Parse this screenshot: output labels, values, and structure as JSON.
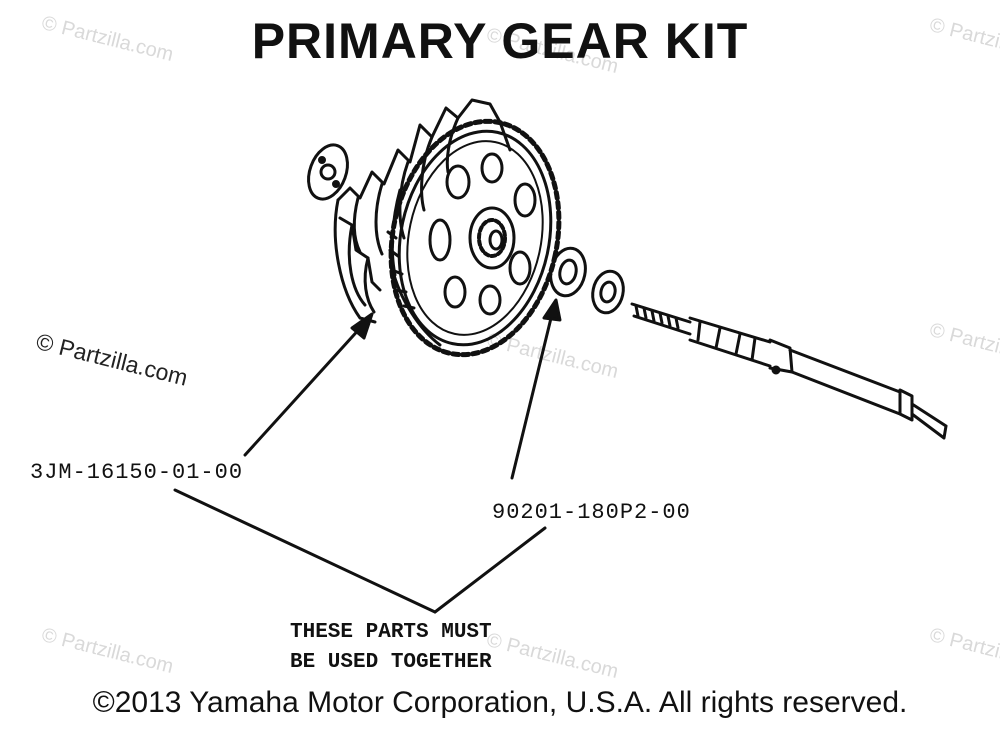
{
  "title": "PRIMARY GEAR KIT",
  "parts": [
    {
      "number": "3JM-16150-01-00"
    },
    {
      "number": "90201-180P2-00"
    }
  ],
  "note": {
    "line1": "THESE PARTS MUST",
    "line2": "BE USED TOGETHER"
  },
  "copyright": "©2013 Yamaha Motor Corporation, U.S.A. All rights reserved.",
  "watermark": "© Partzilla.com",
  "colors": {
    "ink": "#111111",
    "watermark": "#d9d9d9"
  }
}
